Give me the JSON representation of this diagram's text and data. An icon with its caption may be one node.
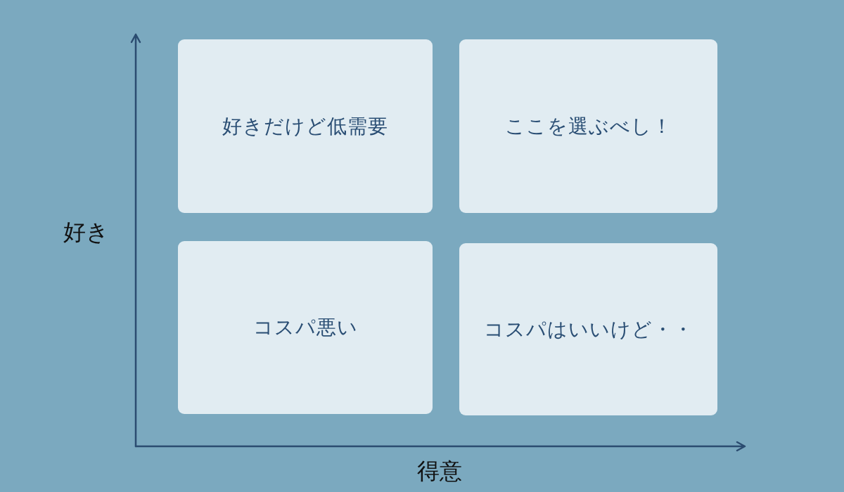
{
  "diagram": {
    "nodes": [
      {
        "text": [
          "好きだけど低需要"
        ]
      },
      {
        "text": [
          "ここを選ぶべし！"
        ]
      },
      {
        "text": [
          "コスパ悪い"
        ]
      },
      {
        "text": [
          "コスパはいいけど・・"
        ]
      }
    ],
    "edges": [],
    "labels": [
      "好き",
      "得意"
    ]
  }
}
